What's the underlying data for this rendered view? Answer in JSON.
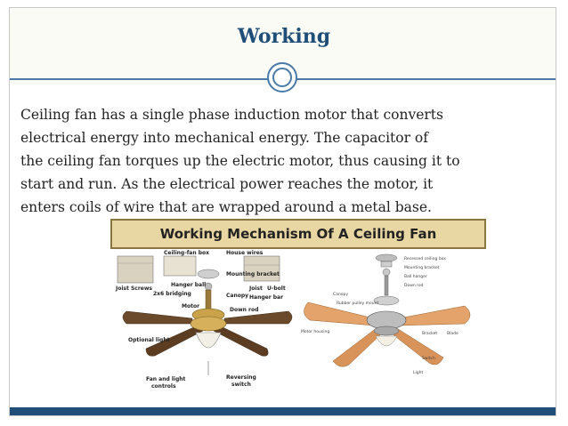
{
  "slide": {
    "title": "Working",
    "paragraph_lines": [
      "Ceiling fan has a single phase induction motor that converts",
      "electrical energy into mechanical energy. The capacitor of",
      "the ceiling fan torques up the electric motor, thus causing it to",
      "start and run. As the electrical power reaches the motor, it",
      "enters coils of wire that are wrapped around a metal base."
    ]
  },
  "figure": {
    "banner": "Working Mechanism Of A Ceiling Fan",
    "left_labels": {
      "ceiling_fan_box": "Ceiling-\nfan box",
      "house_wires": "House\nwires",
      "mounting_bracket": "Mounting\nbracket",
      "hanger_ball": "Hanger\nball",
      "joist_screws": "Joist\nScrews",
      "bridging": "2x6\nbridging",
      "canopy": "Canopy",
      "joist": "Joist",
      "u_bolt": "U-bolt",
      "hanger_bar": "Hanger bar",
      "motor": "Motor",
      "down_rod": "Down rod",
      "optional_light": "Optional light",
      "fan_light_controls": "Fan and light\ncontrols",
      "reversing_switch": "Reversing\nswitch"
    },
    "right_labels": {
      "recessed_ceiling_box": "Recessed ceiling box",
      "mounting_bracket": "Mounting bracket",
      "ball_hanger": "Ball hanger",
      "down_rod": "Down rod",
      "canopy": "Canopy",
      "rubber_pulley": "Rubber pulley\nmount",
      "motor_housing": "Motor housing",
      "bracket": "Bracket",
      "blade": "Blade",
      "switch": "Switch",
      "light": "Light"
    }
  },
  "colors": {
    "title": "#1f4e79",
    "accent": "#4a7aa8",
    "bar": "#1f4e79",
    "banner": "#e9d7a3",
    "blade_dark": "#6b4a2b",
    "blade_light": "#e3a36a"
  }
}
